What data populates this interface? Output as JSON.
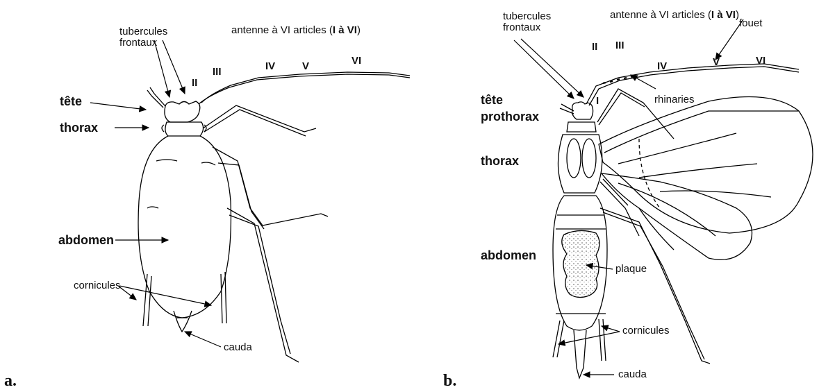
{
  "panel_a": {
    "caption": "a.",
    "antenna_title_prefix": "antenne à VI articles (",
    "antenna_title_bold": "I à VI",
    "antenna_title_suffix": ")",
    "tubercules_line1": "tubercules",
    "tubercules_line2": "frontaux",
    "seg_II": "II",
    "seg_III": "III",
    "seg_IV": "IV",
    "seg_V": "V",
    "seg_VI": "VI",
    "tete": "tête",
    "thorax": "thorax",
    "abdomen": "abdomen",
    "cornicules": "cornicules",
    "cauda": "cauda"
  },
  "panel_b": {
    "caption": "b.",
    "antenna_title_prefix": "antenne à VI articles (",
    "antenna_title_bold": "I à VI",
    "antenna_title_suffix": ")",
    "tubercules_line1": "tubercules",
    "tubercules_line2": "frontaux",
    "fouet": "fouet",
    "seg_I": "I",
    "seg_II": "II",
    "seg_III": "III",
    "seg_IV": "IV",
    "seg_V": "V",
    "seg_VI": "VI",
    "rhinaries": "rhinaries",
    "tete": "tête",
    "prothorax": "prothorax",
    "thorax": "thorax",
    "abdomen": "abdomen",
    "plaque": "plaque",
    "cornicules": "cornicules",
    "cauda": "cauda"
  }
}
